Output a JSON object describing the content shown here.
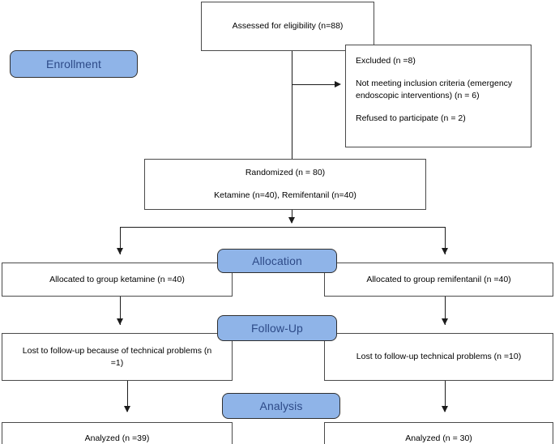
{
  "diagram": {
    "type": "consort-flow-diagram",
    "stage_badges": [
      {
        "id": "enrollment",
        "label": "Enrollment"
      },
      {
        "id": "allocation",
        "label": "Allocation"
      },
      {
        "id": "followup",
        "label": "Follow-Up"
      },
      {
        "id": "analysis",
        "label": "Analysis"
      }
    ],
    "nodes": {
      "assessed": {
        "lines": [
          "Assessed for eligibility (n=88)"
        ]
      },
      "excluded": {
        "lines": [
          "Excluded (n =8)",
          "Not meeting inclusion criteria (emergency endoscopic interventions) (n = 6)",
          "Refused to participate (n = 2)"
        ]
      },
      "randomized": {
        "lines": [
          "Randomized (n = 80)",
          "Ketamine (n=40), Remifentanil (n=40)"
        ]
      },
      "alloc_left": {
        "lines": [
          "Allocated to group ketamine (n =40)"
        ]
      },
      "alloc_right": {
        "lines": [
          "Allocated to group remifentanil (n =40)"
        ]
      },
      "follow_left": {
        "lines": [
          "Lost to follow-up because of technical problems  (n =1)"
        ]
      },
      "follow_right": {
        "lines": [
          "Lost to follow-up technical problems  (n =10)"
        ]
      },
      "analysis_left": {
        "lines": [
          "Analyzed (n =39)"
        ]
      },
      "analysis_right": {
        "lines": [
          "Analyzed (n = 30)"
        ]
      }
    },
    "colors": {
      "badge_fill": "#8fb4e8",
      "badge_text": "#2d4a87",
      "badge_border": "#2f2f2f",
      "box_border": "#4a4a4a",
      "box_text": "#000000",
      "connector": "#1c1c1c",
      "background": "#ffffff"
    }
  }
}
